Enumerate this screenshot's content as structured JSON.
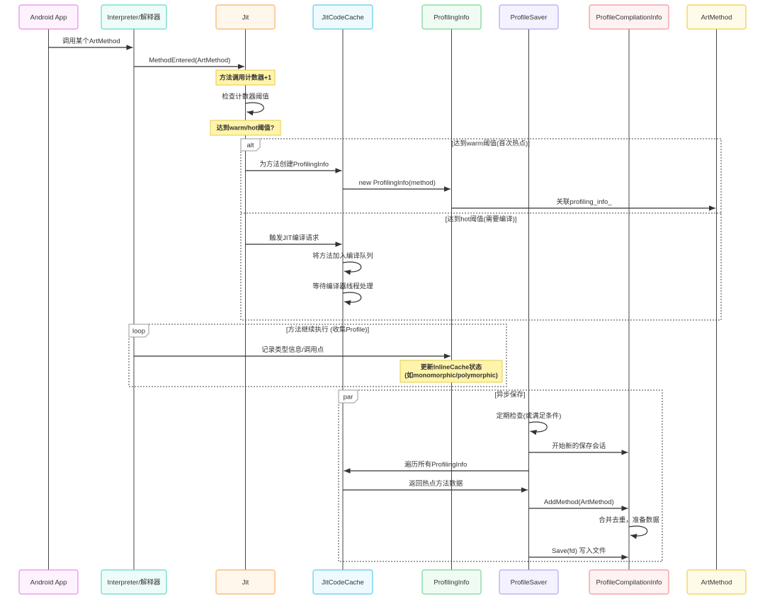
{
  "participants": [
    {
      "name": "Android App",
      "border": "#e58ee8",
      "fill": "#fdf2fd"
    },
    {
      "name": "Interpreter/解释器",
      "border": "#62d9c9",
      "fill": "#eefcf9"
    },
    {
      "name": "Jit",
      "border": "#f2b56e",
      "fill": "#fff6ec"
    },
    {
      "name": "JitCodeCache",
      "border": "#5ecbe8",
      "fill": "#eefafe"
    },
    {
      "name": "ProfilingInfo",
      "border": "#79d694",
      "fill": "#f0fbf3"
    },
    {
      "name": "ProfileSaver",
      "border": "#aeaaf0",
      "fill": "#f3f2fe"
    },
    {
      "name": "ProfileCompilationInfo",
      "border": "#f0959a",
      "fill": "#fef2f2"
    },
    {
      "name": "ArtMethod",
      "border": "#f0cf48",
      "fill": "#fffbe9"
    }
  ],
  "messages": [
    {
      "from": 0,
      "to": 1,
      "text": "调用某个ArtMethod"
    },
    {
      "from": 1,
      "to": 2,
      "text": "MethodEntered(ArtMethod)"
    },
    {
      "from": 2,
      "to": 2,
      "text": "检查计数器阈值"
    },
    {
      "from": 2,
      "to": 3,
      "text": "为方法创建ProfilingInfo"
    },
    {
      "from": 3,
      "to": 4,
      "text": "new ProfilingInfo(method)"
    },
    {
      "from": 4,
      "to": 7,
      "text": "关联profiling_info_"
    },
    {
      "from": 2,
      "to": 3,
      "text": "触发JIT编译请求"
    },
    {
      "from": 3,
      "to": 3,
      "text": "将方法加入编译队列"
    },
    {
      "from": 3,
      "to": 3,
      "text": "等待编译器线程处理"
    },
    {
      "from": 1,
      "to": 4,
      "text": "记录类型信息/调用点"
    },
    {
      "from": 5,
      "to": 5,
      "text": "定期检查(或满足条件)"
    },
    {
      "from": 5,
      "to": 6,
      "text": "开始新的保存会话"
    },
    {
      "from": 5,
      "to": 3,
      "text": "遍历所有ProfilingInfo"
    },
    {
      "from": 3,
      "to": 5,
      "text": "返回热点方法数据"
    },
    {
      "from": 5,
      "to": 6,
      "text": "AddMethod(ArtMethod)"
    },
    {
      "from": 6,
      "to": 6,
      "text": "合并去重，准备数据"
    },
    {
      "from": 5,
      "to": 6,
      "text": "Save(fd) 写入文件"
    }
  ],
  "notes": {
    "counter_increment": "方法调用计数器+1",
    "threshold_reached": "达到warm/hot阈值?",
    "inline_cache": [
      "更新InlineCache状态",
      "(如monomorphic/polymorphic)"
    ]
  },
  "fragments": {
    "alt": {
      "label": "alt",
      "conditions": [
        "[达到warm阈值(首次热点)]",
        "[达到hot阈值(需要编译)]"
      ]
    },
    "loop": {
      "label": "loop",
      "condition": "[方法继续执行 (收集Profile)]"
    },
    "par": {
      "label": "par",
      "condition": "[异步保存]"
    }
  },
  "note_style": {
    "fill": "#fff4aa",
    "border": "#e3cd50"
  },
  "line_color": "#333333",
  "frame_color": "#444444"
}
